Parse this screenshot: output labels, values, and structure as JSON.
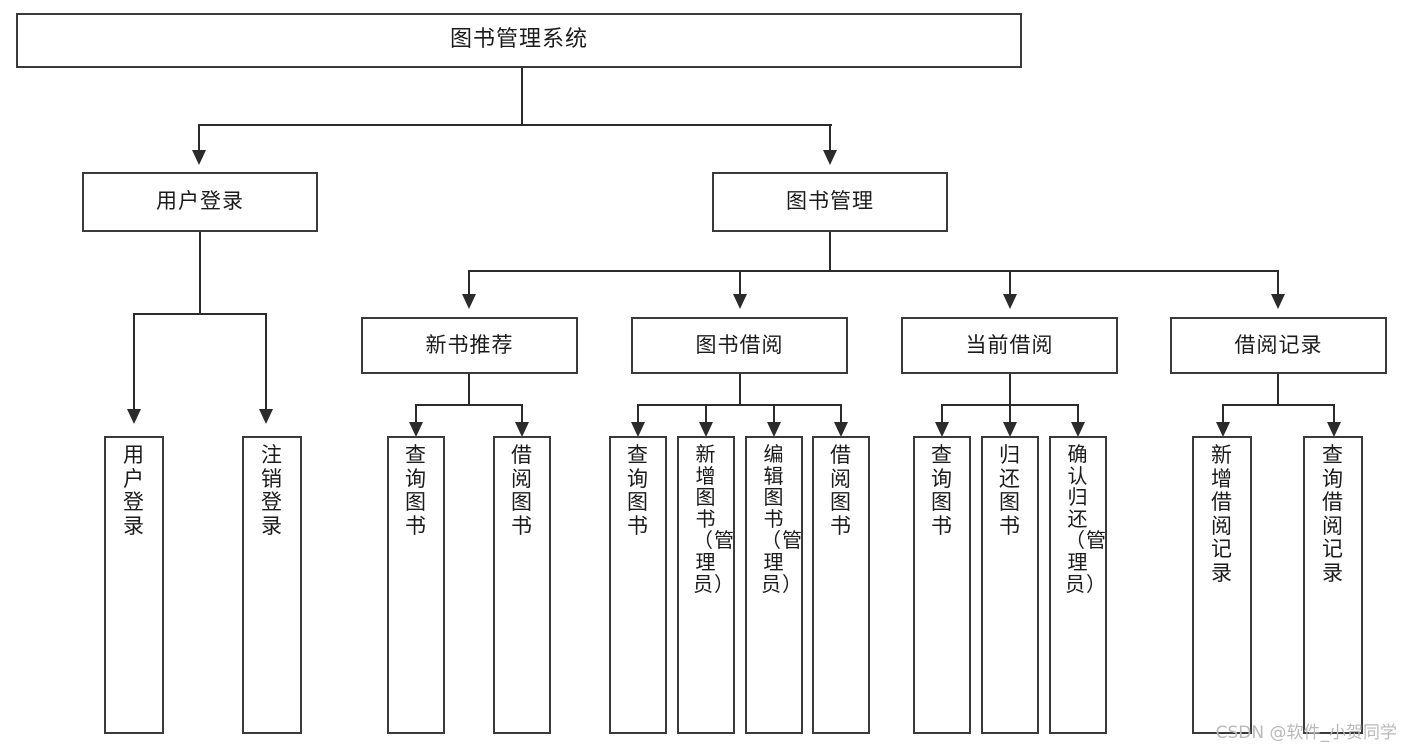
{
  "diagram": {
    "title": "图书管理系统",
    "watermark": "CSDN @软件_小贺同学",
    "levels": {
      "root": {
        "label": "图书管理系统"
      },
      "level2": [
        {
          "label": "用户登录"
        },
        {
          "label": "图书管理"
        }
      ],
      "level3": [
        {
          "label": "新书推荐"
        },
        {
          "label": "图书借阅"
        },
        {
          "label": "当前借阅"
        },
        {
          "label": "借阅记录"
        }
      ],
      "leaves": [
        {
          "label": "用户登录"
        },
        {
          "label": "注销登录"
        },
        {
          "label": "查询图书"
        },
        {
          "label": "借阅图书"
        },
        {
          "label": "查询图书"
        },
        {
          "label": "新增图书（管理员）"
        },
        {
          "label": "编辑图书（管理员）"
        },
        {
          "label": "借阅图书"
        },
        {
          "label": "查询图书"
        },
        {
          "label": "归还图书"
        },
        {
          "label": "确认归还（管理员）"
        },
        {
          "label": "新增借阅记录"
        },
        {
          "label": "查询借阅记录"
        }
      ]
    },
    "colors": {
      "box_border": "#3a3a3a",
      "connector": "#2b2b2b",
      "background": "#ffffff",
      "text": "#1b1b1b",
      "watermark": "#b9b9b9"
    }
  }
}
